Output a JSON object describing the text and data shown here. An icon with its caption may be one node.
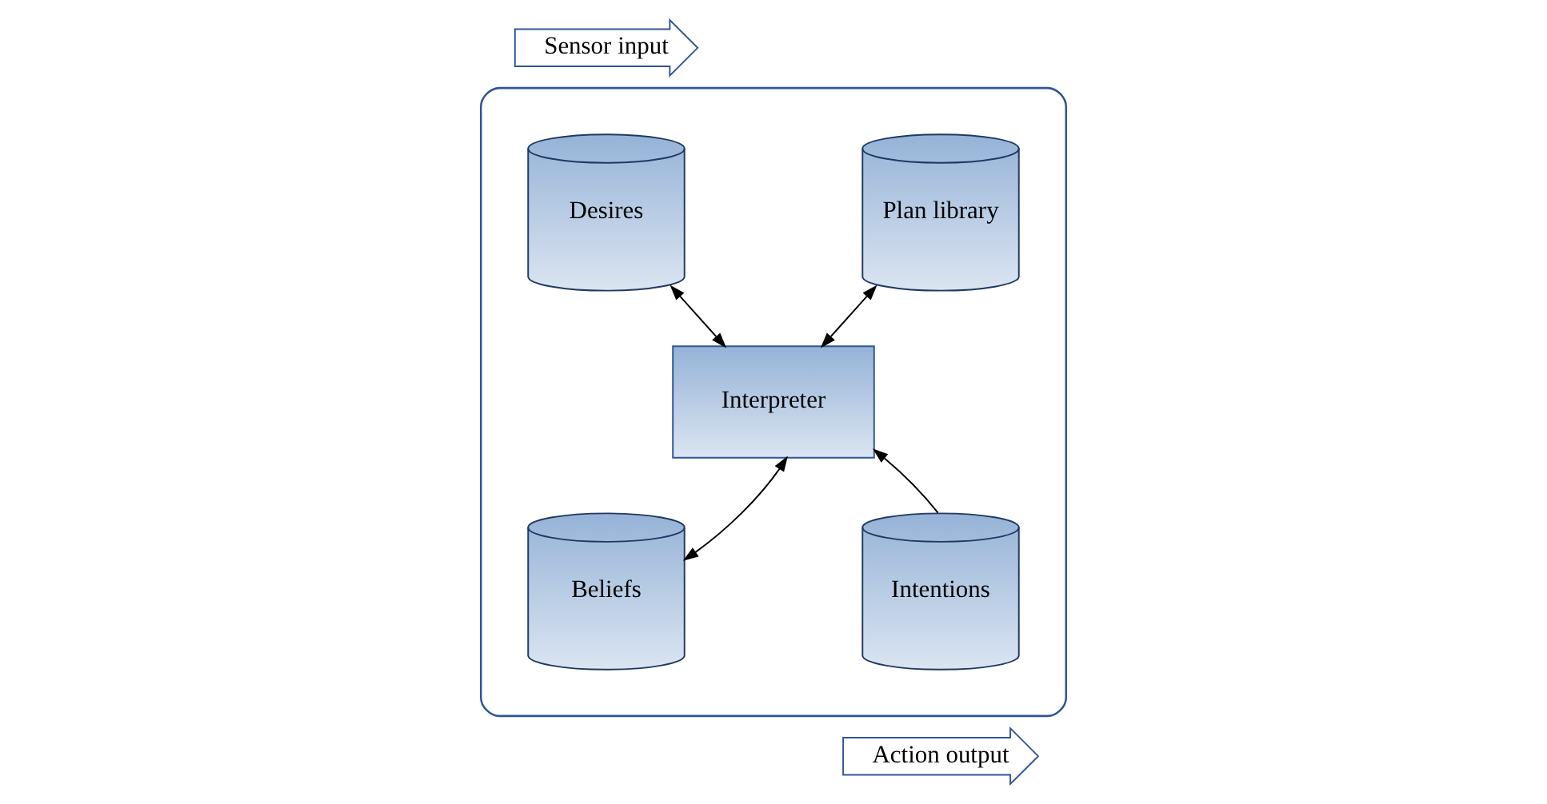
{
  "diagram": {
    "nodes": [
      {
        "text": [],
        "shape": "ellipse"
      },
      {
        "text": [
          "Sensor input"
        ]
      },
      {
        "text": [
          "Desires"
        ],
        "in": 0
      },
      {
        "text": [
          "Plan library"
        ],
        "in": 0
      },
      {
        "text": [
          "Interpreter"
        ],
        "in": 0
      },
      {
        "text": [
          "Beliefs"
        ],
        "in": 0
      },
      {
        "text": [
          "Intentions"
        ],
        "in": 0
      },
      {
        "text": [
          "Action output"
        ]
      }
    ],
    "edges": [
      {
        "from": 2,
        "to": 4,
        "arrow": "both"
      },
      {
        "from": 3,
        "to": 4,
        "arrow": "both"
      },
      {
        "from": 5,
        "to": 4,
        "arrow": "both"
      },
      {
        "from": 6,
        "to": 4,
        "arrow": "to"
      }
    ]
  }
}
